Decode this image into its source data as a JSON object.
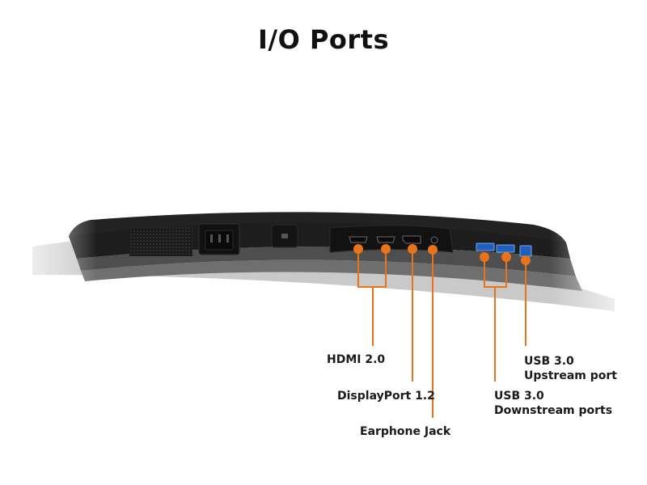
{
  "title": "I/O Ports",
  "accent_color": "#e8731a",
  "labels": {
    "hdmi": "HDMI 2.0",
    "displayport": "DisplayPort 1.2",
    "earphone": "Earphone Jack",
    "usb_up_line1": "USB 3.0",
    "usb_up_line2": "Upstream port",
    "usb_down_line1": "USB 3.0",
    "usb_down_line2": "Downstream ports"
  }
}
